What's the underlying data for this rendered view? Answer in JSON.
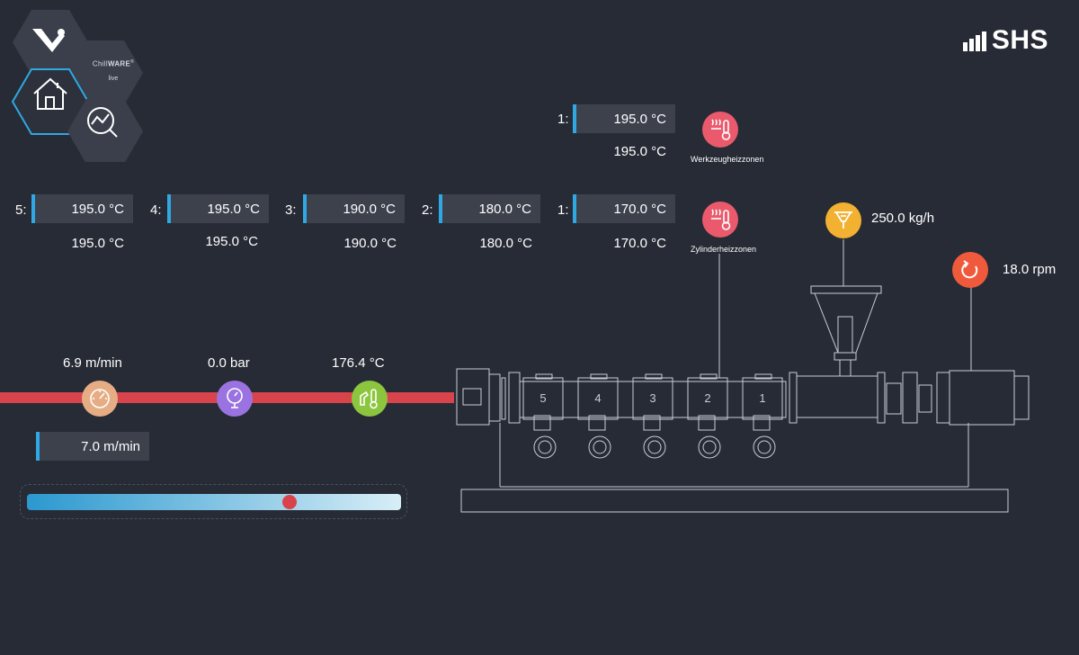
{
  "brand": {
    "name": "SHS"
  },
  "nav": {
    "app_name_prefix": "Chill",
    "app_name_suffix": "WARE",
    "app_name_mark": "®",
    "app_sub": "live"
  },
  "tool_zones": {
    "caption": "Werkzeugheizzonen",
    "zones": [
      {
        "label": "1:",
        "setpoint": "195.0  °C",
        "actual": "195.0  °C"
      }
    ]
  },
  "cylinder_zones": {
    "caption": "Zylinderheizzonen",
    "zones": [
      {
        "label": "5:",
        "setpoint": "195.0  °C",
        "actual": "195.0  °C"
      },
      {
        "label": "4:",
        "setpoint": "195.0  °C",
        "actual": "195.0  °C"
      },
      {
        "label": "3:",
        "setpoint": "190.0  °C",
        "actual": "190.0  °C"
      },
      {
        "label": "2:",
        "setpoint": "180.0  °C",
        "actual": "180.0  °C"
      },
      {
        "label": "1:",
        "setpoint": "170.0  °C",
        "actual": "170.0  °C"
      }
    ]
  },
  "throughput": {
    "value": "250.0  kg/h"
  },
  "screw_speed": {
    "value": "18.0  rpm"
  },
  "line_metrics": {
    "haul_off_speed": "6.9  m/min",
    "pressure": "0.0  bar",
    "melt_temperature": "176.4  °C"
  },
  "speed_setpoint": {
    "value": "7.0  m/min",
    "slider_fraction": 0.703
  },
  "extruder_zone_numbers": [
    "5",
    "4",
    "3",
    "2",
    "1"
  ],
  "colors": {
    "background": "#272b35",
    "field": "#3c414c",
    "accent_blue": "#2fa8e3",
    "line_red": "#d9434b",
    "heater_pink": "#ea5a6c",
    "feeder_yellow": "#f2b131",
    "motor_orange": "#f05a3c",
    "speed_tan": "#e6ad85",
    "pressure_purple": "#9a73e0",
    "melt_green": "#8cc63f"
  }
}
